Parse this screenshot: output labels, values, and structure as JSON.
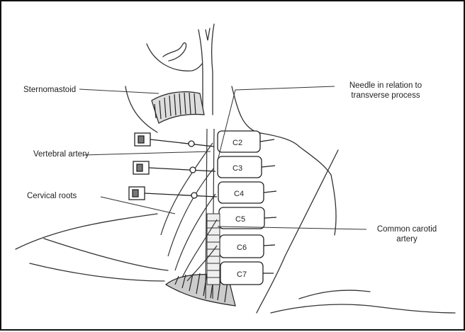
{
  "labels": {
    "sternomastoid": "Sternomastoid",
    "vertebral_artery": "Vertebral artery",
    "cervical_roots": "Cervical roots",
    "needle_line1": "Needle in relation to",
    "needle_line2": "transverse process",
    "carotid_line1": "Common carotid",
    "carotid_line2": "artery"
  },
  "vertebrae": [
    "C2",
    "C3",
    "C4",
    "C5",
    "C6",
    "C7"
  ]
}
